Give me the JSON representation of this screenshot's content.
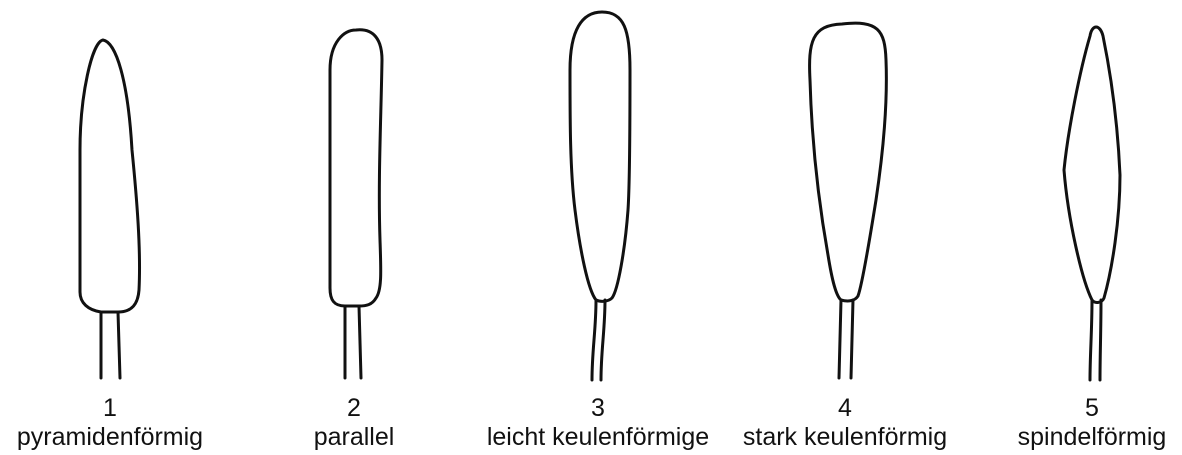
{
  "shapes": [
    {
      "number": "1",
      "name": "pyramidenförmig"
    },
    {
      "number": "2",
      "name": "parallel"
    },
    {
      "number": "3",
      "name": "leicht keulenförmige"
    },
    {
      "number": "4",
      "name": "stark keulenförmig"
    },
    {
      "number": "5",
      "name": "spindelförmig"
    }
  ]
}
